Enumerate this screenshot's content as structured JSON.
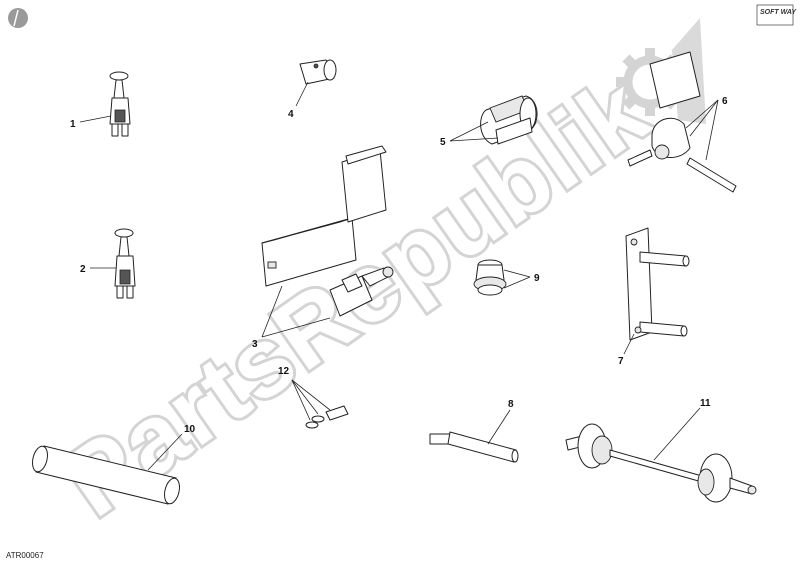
{
  "labels": [
    "1",
    "2",
    "3",
    "4",
    "5",
    "6",
    "7",
    "8",
    "9",
    "10",
    "11",
    "12"
  ],
  "drawing_code": "ATR00067",
  "watermark": "PartsRepublik",
  "brand_logo": "SOFT WAY",
  "colors": {
    "line": "#222222",
    "watermark": "#d4d4d4",
    "background": "#ffffff"
  }
}
